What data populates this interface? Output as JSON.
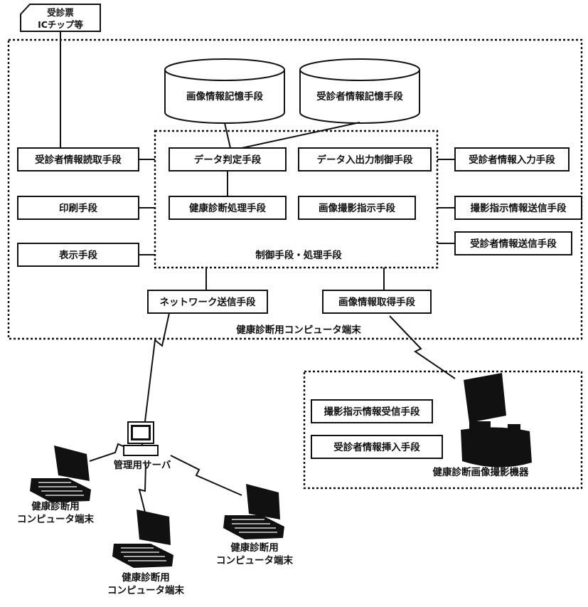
{
  "card": {
    "line1": "受診票",
    "line2": "ICチップ等"
  },
  "storage": {
    "image": "画像情報記憶手段",
    "patient": "受診者情報記憶手段"
  },
  "control": {
    "label": "制御手段・処理手段",
    "data_judge": "データ判定手段",
    "data_io": "データ入出力制御手段",
    "health_proc": "健康診断処理手段",
    "image_shoot": "画像撮影指示手段"
  },
  "left": {
    "reader": "受診者情報読取手段",
    "print": "印刷手段",
    "display": "表示手段"
  },
  "right": {
    "input": "受診者情報入力手段",
    "shoot_send": "撮影指示情報送信手段",
    "patient_send": "受診者情報送信手段"
  },
  "bottom": {
    "network": "ネットワーク送信手段",
    "image_get": "画像情報取得手段"
  },
  "terminal_label": "健康診断用コンピュータ端末",
  "device": {
    "recv": "撮影指示情報受信手段",
    "insert": "受診者情報挿入手段",
    "label": "健康診断画像撮影機器"
  },
  "server_label": "管理用サーバ",
  "laptops": [
    {
      "line1": "健康診断用",
      "line2": "コンピュータ端末"
    },
    {
      "line1": "健康診断用",
      "line2": "コンピュータ端末"
    },
    {
      "line1": "健康診断用",
      "line2": "コンピュータ端末"
    }
  ]
}
